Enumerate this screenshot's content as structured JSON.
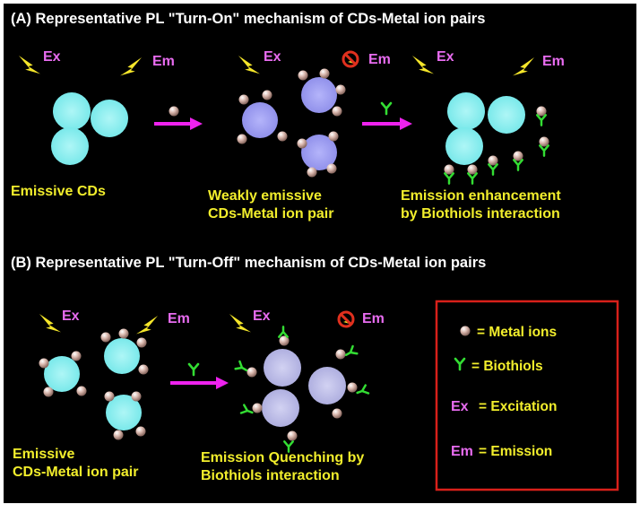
{
  "panel_a": {
    "heading": "(A) Representative PL \"Turn-On\" mechanism of CDs-Metal ion pairs",
    "ex": "Ex",
    "em": "Em",
    "step1_label": "Emissive CDs",
    "step2_label_line1": "Weakly emissive",
    "step2_label_line2": "CDs-Metal ion pair",
    "step3_label_line1": "Emission enhancement",
    "step3_label_line2": "by Biothiols interaction"
  },
  "panel_b": {
    "heading": "(B) Representative PL \"Turn-Off\" mechanism of CDs-Metal ion pairs",
    "ex": "Ex",
    "em": "Em",
    "step1_label_line1": "Emissive",
    "step1_label_line2": "CDs-Metal ion pair",
    "step2_label_line1": "Emission Quenching by",
    "step2_label_line2": "Biothiols interaction"
  },
  "legend": {
    "metal_ions": "= Metal ions",
    "biothiols": "= Biothiols",
    "ex_symbol": "Ex",
    "ex_text": "= Excitation",
    "em_symbol": "Em",
    "em_text": "=  Emission"
  },
  "colors": {
    "background": "#000000",
    "emissive_cd": "#8ef0f0",
    "quenched_cd": "#9a9af0",
    "quenched_cd_b": "#b8b8e8",
    "metal_ion": "#c8a49a",
    "biothiol": "#33dd33",
    "arrow": "#ee22ee",
    "label_text": "#f2ee2c",
    "em_ex_text": "#e86cf0",
    "lightning": "#f5e62a",
    "no_symbol": "#e0301e",
    "legend_border": "#d8201a"
  },
  "icons": [
    "lightning-bolt-icon",
    "no-emission-icon",
    "metal-ion-sphere",
    "biothiol-y-icon",
    "reaction-arrow"
  ]
}
